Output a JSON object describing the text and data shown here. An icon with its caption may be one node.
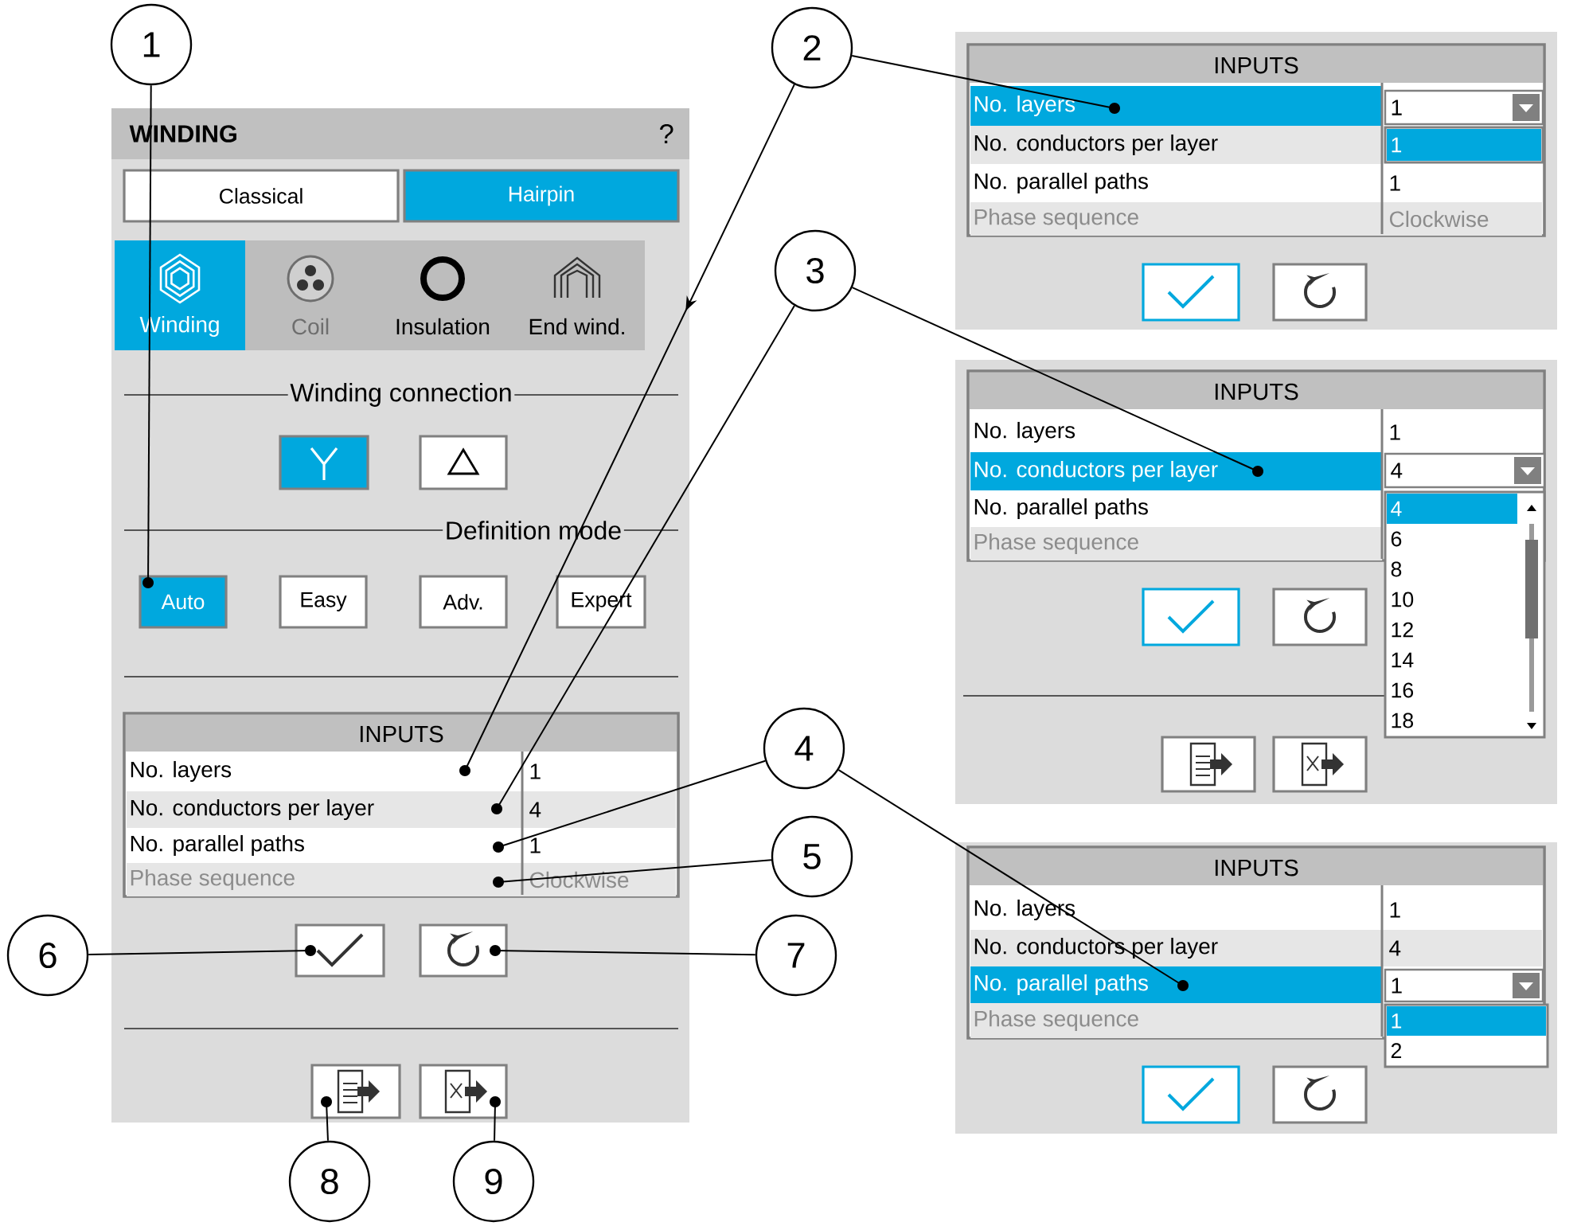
{
  "diagram": {
    "nodes": [
      {
        "text": [
          "1"
        ]
      },
      {
        "text": [
          "2"
        ]
      },
      {
        "text": [
          "3"
        ]
      },
      {
        "text": [
          "4"
        ]
      },
      {
        "text": [
          "5"
        ]
      },
      {
        "text": [
          "6"
        ]
      },
      {
        "text": [
          "7"
        ]
      },
      {
        "text": [
          "8"
        ]
      },
      {
        "text": [
          "9"
        ]
      },
      {
        "text": [
          "WINDING",
          "?"
        ]
      },
      {
        "text": [
          "Classical"
        ],
        "in": 9
      },
      {
        "text": [
          "Hairpin"
        ],
        "in": 9
      },
      {
        "text": [
          "Winding"
        ],
        "in": 9
      },
      {
        "text": [
          "Coil"
        ],
        "in": 9
      },
      {
        "text": [
          "Insulation"
        ],
        "in": 9
      },
      {
        "text": [
          "End wind."
        ],
        "in": 9
      },
      {
        "text": [],
        "shape": "box",
        "in": 9
      },
      {
        "text": [],
        "shape": "box",
        "in": 9
      },
      {
        "text": [
          "Auto"
        ],
        "in": 9
      },
      {
        "text": [
          "Easy"
        ],
        "in": 9
      },
      {
        "text": [
          "Adv."
        ],
        "in": 9
      },
      {
        "text": [
          "Expert"
        ],
        "in": 9
      },
      {
        "text": [
          "INPUTS"
        ],
        "in": 9
      },
      {
        "text": [
          "No. layers",
          "1"
        ],
        "in": 22
      },
      {
        "text": [
          "No. conductors per layer",
          "4"
        ],
        "in": 22
      },
      {
        "text": [
          "No. parallel paths",
          "1"
        ],
        "in": 22
      },
      {
        "text": [
          "Phase sequence",
          "Clockwise"
        ],
        "in": 22
      },
      {
        "text": [],
        "shape": "box",
        "in": 9
      },
      {
        "text": [],
        "shape": "box",
        "in": 9
      },
      {
        "text": [],
        "shape": "box",
        "in": 9
      },
      {
        "text": [],
        "shape": "box",
        "in": 9
      },
      {
        "text": [],
        "shape": "box"
      },
      {
        "text": [
          "INPUTS"
        ],
        "in": 31
      },
      {
        "text": [
          "No. layers"
        ],
        "in": 32
      },
      {
        "text": [
          "1"
        ],
        "in": 32
      },
      {
        "text": [
          "1"
        ],
        "in": 32
      },
      {
        "text": [
          "No. conductors per layer"
        ],
        "in": 32
      },
      {
        "text": [
          "No. parallel paths",
          "1"
        ],
        "in": 32
      },
      {
        "text": [
          "Phase sequence",
          "Clockwise"
        ],
        "in": 32
      },
      {
        "text": [],
        "shape": "box",
        "in": 31
      },
      {
        "text": [],
        "shape": "box",
        "in": 31
      },
      {
        "text": [],
        "shape": "box"
      },
      {
        "text": [
          "INPUTS"
        ],
        "in": 41
      },
      {
        "text": [
          "No. layers",
          "1"
        ],
        "in": 42
      },
      {
        "text": [
          "No. conductors per layer"
        ],
        "in": 42
      },
      {
        "text": [
          "4"
        ],
        "in": 42
      },
      {
        "text": [
          "4",
          "6",
          "8",
          "10",
          "12",
          "14",
          "16",
          "18"
        ],
        "in": 41
      },
      {
        "text": [
          "No. parallel paths"
        ],
        "in": 42
      },
      {
        "text": [
          "Phase sequence"
        ],
        "in": 42
      },
      {
        "text": [],
        "shape": "box",
        "in": 41
      },
      {
        "text": [],
        "shape": "box",
        "in": 41
      },
      {
        "text": [],
        "shape": "box",
        "in": 41
      },
      {
        "text": [],
        "shape": "box",
        "in": 41
      },
      {
        "text": [],
        "shape": "box"
      },
      {
        "text": [
          "INPUTS"
        ],
        "in": 53
      },
      {
        "text": [
          "No. layers",
          "1"
        ],
        "in": 54
      },
      {
        "text": [
          "No. conductors per layer",
          "4"
        ],
        "in": 54
      },
      {
        "text": [
          "No. parallel paths"
        ],
        "in": 54
      },
      {
        "text": [
          "1"
        ],
        "in": 54
      },
      {
        "text": [
          "1",
          "2"
        ],
        "in": 53
      },
      {
        "text": [
          "Phase sequence"
        ],
        "in": 54
      },
      {
        "text": [],
        "shape": "box",
        "in": 53
      },
      {
        "text": [],
        "shape": "box",
        "in": 53
      }
    ],
    "edges": [
      {
        "from": 0,
        "to": 18,
        "arrow": "other"
      },
      {
        "from": 1,
        "to": 23,
        "arrow": "to"
      },
      {
        "from": 1,
        "to": 33,
        "arrow": "other"
      },
      {
        "from": 2,
        "to": 24,
        "arrow": "other"
      },
      {
        "from": 2,
        "to": 44,
        "arrow": "other"
      },
      {
        "from": 3,
        "to": 25,
        "arrow": "other"
      },
      {
        "from": 3,
        "to": 57,
        "arrow": "other"
      },
      {
        "from": 4,
        "to": 26,
        "arrow": "other"
      },
      {
        "from": 5,
        "to": 27,
        "arrow": "other"
      },
      {
        "from": 6,
        "to": 28,
        "arrow": "other"
      },
      {
        "from": 7,
        "to": 29,
        "arrow": "other"
      },
      {
        "from": 8,
        "to": 30,
        "arrow": "other"
      }
    ],
    "labels": [
      "Winding connection",
      "Definition mode"
    ]
  }
}
